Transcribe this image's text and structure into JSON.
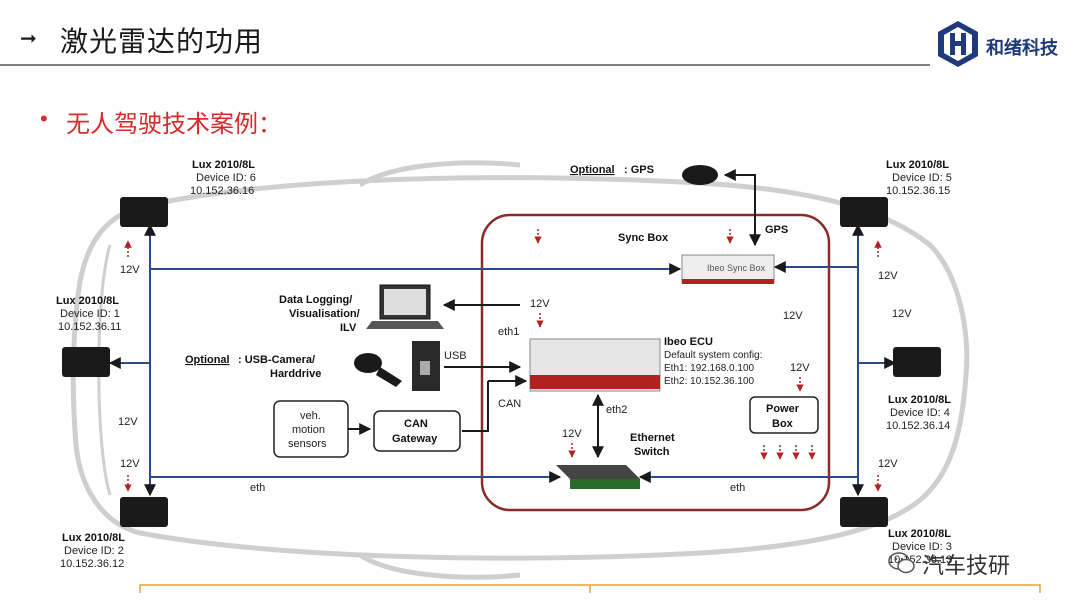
{
  "header": {
    "title": "激光雷达的功用",
    "logo_text": "和绪科技"
  },
  "subtitle": "无人驾驶技术案例：",
  "watermark": "汽车技研",
  "diagram": {
    "lux_front_left": [
      "Lux 2010/8L",
      "Device ID: 6",
      "10.152.36.16"
    ],
    "lux_front_right": [
      "Lux 2010/8L",
      "Device ID: 5",
      "10.152.36.15"
    ],
    "lux_mid_left": [
      "Lux 2010/8L",
      "Device ID: 1",
      "10.152.36.11"
    ],
    "lux_mid_right": [
      "Lux 2010/8L",
      "Device ID: 4",
      "10.152.36.14"
    ],
    "lux_rear_left": [
      "Lux 2010/8L",
      "Device ID: 2",
      "10.152.36.12"
    ],
    "lux_rear_right": [
      "Lux 2010/8L",
      "Device ID: 3",
      "10.152.36.13"
    ],
    "gps_optional": "Optional",
    "gps_label": ": GPS",
    "gps": "GPS",
    "sync_box": "Sync Box",
    "sync_box_face": "Ibeo Sync Box",
    "data_logging": [
      "Data Logging/",
      "Visualisation/",
      "ILV"
    ],
    "usb_optional": "Optional",
    "usb_camera": ": USB-Camera/",
    "harddrive": "Harddrive",
    "ecu_title": "Ibeo ECU",
    "ecu_config": [
      "Default system config:",
      "Eth1: 192.168.0.100",
      "Eth2: 10.152.36.100"
    ],
    "eth1": "eth1",
    "eth2": "eth2",
    "usb": "USB",
    "can": "CAN",
    "veh_motion": [
      "veh.",
      "motion",
      "sensors"
    ],
    "can_gateway": [
      "CAN",
      "Gateway"
    ],
    "ethernet_switch": [
      "Ethernet",
      "Switch"
    ],
    "power_box": [
      "Power",
      "Box"
    ],
    "eth": "eth",
    "volt": "12V"
  },
  "colors": {
    "accent_red": "#d92a2a",
    "logo_blue": "#1f3a7a",
    "zone_border": "#8b2a2a",
    "line_blue": "#2d4a8a"
  },
  "icons": [
    "arrow-right-icon",
    "company-logo-icon",
    "wechat-icon"
  ]
}
